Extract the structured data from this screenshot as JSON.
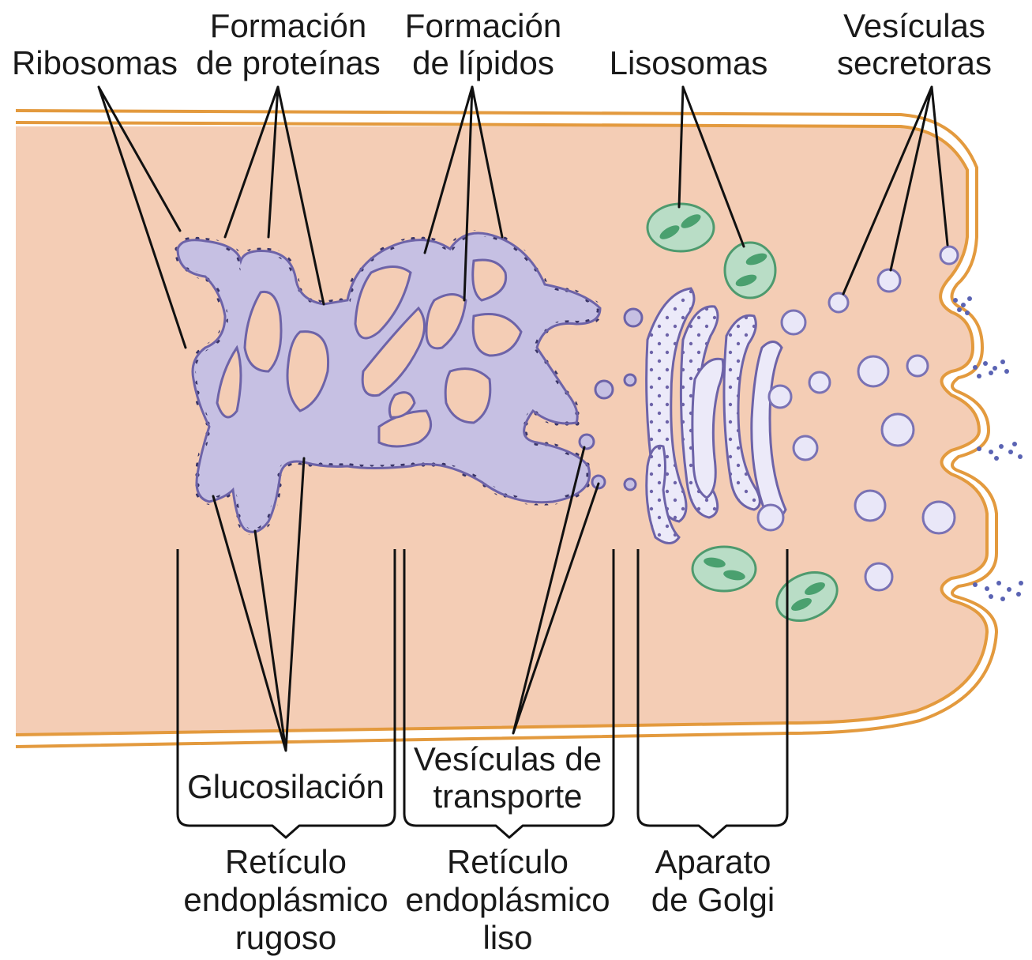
{
  "colors": {
    "cytoplasm": "#f4cdb5",
    "membrane": "#e39a3e",
    "er_fill": "#c6c0e3",
    "er_stroke": "#6d63a8",
    "ribosome": "#3a3567",
    "golgi_fill": "#eceaf9",
    "golgi_dot": "#6d63a8",
    "lysosome_fill": "#b9ddc6",
    "lysosome_stroke": "#4e9a6e",
    "lysosome_inner": "#4aa06f",
    "vesicle_fill": "#e9e7f8",
    "vesicle_stroke": "#7a72b4",
    "secretion_dots": "#5a63b3"
  },
  "labels": {
    "ribosomas": "Ribosomas",
    "formacion_proteinas_1": "Formación",
    "formacion_proteinas_2": "de proteínas",
    "formacion_lipidos_1": "Formación",
    "formacion_lipidos_2": "de lípidos",
    "lisosomas": "Lisosomas",
    "vesiculas_secretoras_1": "Vesículas",
    "vesiculas_secretoras_2": "secretoras",
    "glucosilacion": "Glucosilación",
    "vesiculas_transporte_1": "Vesículas de",
    "vesiculas_transporte_2": "transporte"
  },
  "regions": {
    "rer_1": "Retículo",
    "rer_2": "endoplásmico",
    "rer_3": "rugoso",
    "ser_1": "Retículo",
    "ser_2": "endoplásmico",
    "ser_3": "liso",
    "golgi_1": "Aparato",
    "golgi_2": "de Golgi"
  }
}
